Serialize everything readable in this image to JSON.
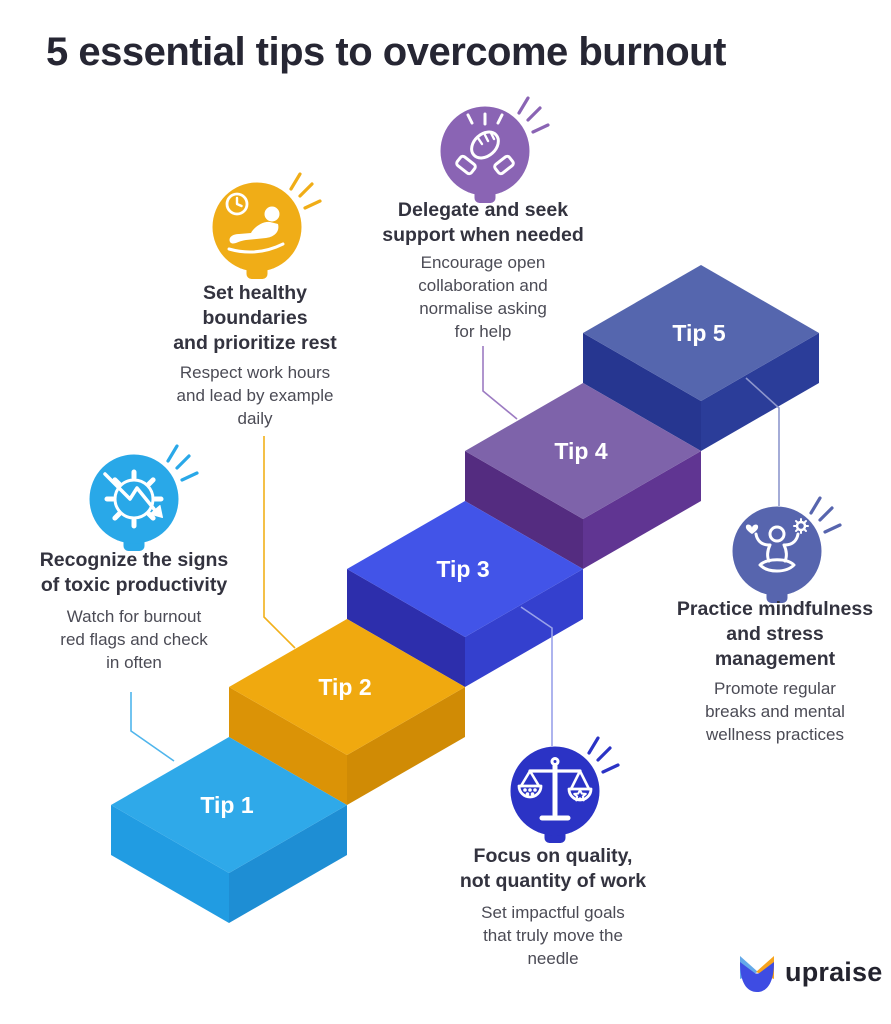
{
  "title": "5 essential tips to overcome burnout",
  "colors": {
    "title_text": "#262633",
    "heading_text": "#33333F",
    "body_text": "#4B4B55",
    "step_label_text": "#FFFFFF"
  },
  "brand": {
    "name": "upraise",
    "logo_mark": "upraise-tulip-mark",
    "mark_left_ear_color": "#64A9E9",
    "mark_right_ear_color": "#F7A41D",
    "mark_body_color": "#3E4CE3",
    "text_color": "#23232E"
  },
  "tips": [
    {
      "step_label": "Tip 1",
      "heading": "Recognize the signs\nof toxic productivity",
      "body": "Watch for burnout\nred flags and check\nin often",
      "icon": "gear-decline-arrow-icon",
      "icon_circle": "#29A8E8",
      "step_top": "#2FA9E9",
      "step_left": "#219CE2",
      "step_right": "#1E8ED4",
      "connector": "#4FB5EC"
    },
    {
      "step_label": "Tip 2",
      "heading": "Set healthy\nboundaries\nand prioritize rest",
      "body": "Respect work hours\nand lead by example\ndaily",
      "icon": "recliner-clock-rest-icon",
      "icon_circle": "#F0AD17",
      "step_top": "#F0A90F",
      "step_left": "#DB9306",
      "step_right": "#D08B05",
      "connector": "#F2B01A"
    },
    {
      "step_label": "Tip 3",
      "heading": "Focus on quality,\nnot quantity of work",
      "body": "Set impactful goals\nthat truly move the\nneedle",
      "icon": "balance-scale-icon",
      "icon_circle": "#2B33C5",
      "step_top": "#4254E8",
      "step_left": "#2D2EAC",
      "step_right": "#3440CE",
      "connector": "#99A2EA"
    },
    {
      "step_label": "Tip 4",
      "heading": "Delegate and seek\nsupport when needed",
      "body": "Encourage open\ncollaboration and\nnormalise asking\nfor help",
      "icon": "high-five-hands-icon",
      "icon_circle": "#8A64B4",
      "step_top": "#7E63AA",
      "step_left": "#542C80",
      "step_right": "#603592",
      "connector": "#9C7BC2"
    },
    {
      "step_label": "Tip 5",
      "heading": "Practice mindfulness\nand stress\nmanagement",
      "body": "Promote regular\nbreaks and mental\nwellness practices",
      "icon": "meditation-person-icon",
      "icon_circle": "#5765AE",
      "step_top": "#5566AE",
      "step_left": "#263690",
      "step_right": "#2B3D99",
      "connector": "#8E97CD"
    }
  ]
}
